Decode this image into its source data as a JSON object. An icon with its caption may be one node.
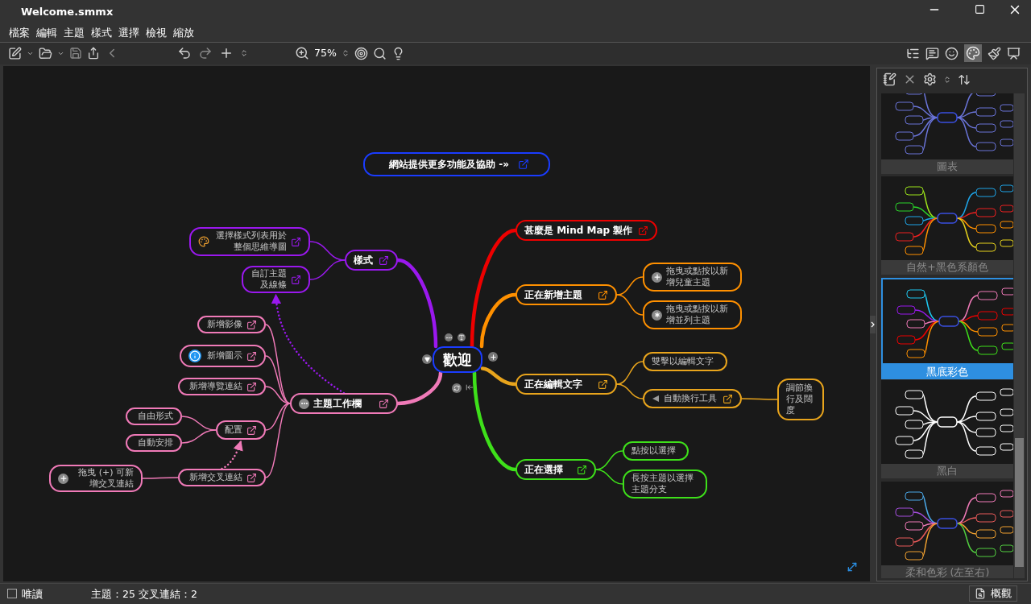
{
  "diagram": {
    "nodes": [
      {
        "text": [
          "網站提供更多功能及協助 -»"
        ]
      },
      {
        "text": [
          "歡迎"
        ]
      },
      {
        "text": [
          "甚麼是 Mind Map 製作"
        ]
      },
      {
        "text": [
          "正在新增主題"
        ]
      },
      {
        "text": [
          "拖曳或點按以新增兒童主題"
        ]
      },
      {
        "text": [
          "拖曳或點按以新增並列主題"
        ]
      },
      {
        "text": [
          "正在編輯文字"
        ]
      },
      {
        "text": [
          "雙擊以編輯文字"
        ]
      },
      {
        "text": [
          "自動換行工具"
        ]
      },
      {
        "text": [
          "調節換行及闊度"
        ]
      },
      {
        "text": [
          "正在選擇"
        ]
      },
      {
        "text": [
          "點按以選擇"
        ]
      },
      {
        "text": [
          "長按主題以選擇主題分支"
        ]
      },
      {
        "text": [
          "樣式"
        ]
      },
      {
        "text": [
          "選擇樣式列表用於整個思維導圖"
        ]
      },
      {
        "text": [
          "自訂主題及線條"
        ]
      },
      {
        "text": [
          "主題工作欄"
        ]
      },
      {
        "text": [
          "新增影像"
        ]
      },
      {
        "text": [
          "新增圖示"
        ]
      },
      {
        "text": [
          "新增導覽連結"
        ]
      },
      {
        "text": [
          "配置"
        ]
      },
      {
        "text": [
          "自由形式"
        ]
      },
      {
        "text": [
          "自動安排"
        ]
      },
      {
        "text": [
          "新增交叉連結"
        ]
      },
      {
        "text": [
          "拖曳 (+) 可新增交叉連結"
        ]
      }
    ],
    "edges": [
      {
        "from": 1,
        "to": 2,
        "arrow": "none",
        "style": "thick",
        "color": "#ee0000"
      },
      {
        "from": 1,
        "to": 3,
        "arrow": "none",
        "style": "thick",
        "color": "#ff9000"
      },
      {
        "from": 3,
        "to": 4,
        "arrow": "none",
        "color": "#ff9000"
      },
      {
        "from": 3,
        "to": 5,
        "arrow": "none",
        "color": "#ff9000"
      },
      {
        "from": 1,
        "to": 6,
        "arrow": "none",
        "style": "thick",
        "color": "#e8a41c"
      },
      {
        "from": 6,
        "to": 7,
        "arrow": "none",
        "color": "#e8a41c"
      },
      {
        "from": 6,
        "to": 8,
        "arrow": "none",
        "color": "#e8a41c"
      },
      {
        "from": 8,
        "to": 9,
        "arrow": "none",
        "color": "#e8a41c"
      },
      {
        "from": 1,
        "to": 10,
        "arrow": "none",
        "style": "thick",
        "color": "#3ee01a"
      },
      {
        "from": 10,
        "to": 11,
        "arrow": "none",
        "color": "#3ee01a"
      },
      {
        "from": 10,
        "to": 12,
        "arrow": "none",
        "color": "#3ee01a"
      },
      {
        "from": 1,
        "to": 13,
        "arrow": "none",
        "style": "thick",
        "color": "#9a18ee"
      },
      {
        "from": 13,
        "to": 14,
        "arrow": "none",
        "color": "#9a18ee"
      },
      {
        "from": 13,
        "to": 15,
        "arrow": "none",
        "color": "#9a18ee"
      },
      {
        "from": 1,
        "to": 16,
        "arrow": "none",
        "style": "thick",
        "color": "#f07ab8"
      },
      {
        "from": 16,
        "to": 17,
        "arrow": "none",
        "color": "#f07ab8"
      },
      {
        "from": 16,
        "to": 18,
        "arrow": "none",
        "color": "#f07ab8"
      },
      {
        "from": 16,
        "to": 19,
        "arrow": "none",
        "color": "#f07ab8"
      },
      {
        "from": 16,
        "to": 20,
        "arrow": "none",
        "color": "#f07ab8"
      },
      {
        "from": 16,
        "to": 23,
        "arrow": "none",
        "color": "#f07ab8"
      },
      {
        "from": 20,
        "to": 21,
        "arrow": "none",
        "color": "#f07ab8"
      },
      {
        "from": 20,
        "to": 22,
        "arrow": "none",
        "color": "#f07ab8"
      },
      {
        "from": 23,
        "to": 24,
        "arrow": "none",
        "color": "#f07ab8"
      },
      {
        "from": 16,
        "to": 15,
        "arrow": "to",
        "style": "dashed",
        "color": "#9a18ee"
      },
      {
        "from": 23,
        "to": 20,
        "arrow": "to",
        "style": "dashed",
        "color": "#f07ab8"
      }
    ],
    "labels": [
      "Welcome.smmx",
      "檔案",
      "編輯",
      "主題",
      "樣式",
      "選擇",
      "檢視",
      "縮放",
      "75%",
      "圖表",
      "自然+黑色系顏色",
      "黑底彩色",
      "黑白",
      "柔和色彩 (左至右)",
      "唯讀",
      "主題：25 交叉連結：2",
      "概觀"
    ]
  }
}
